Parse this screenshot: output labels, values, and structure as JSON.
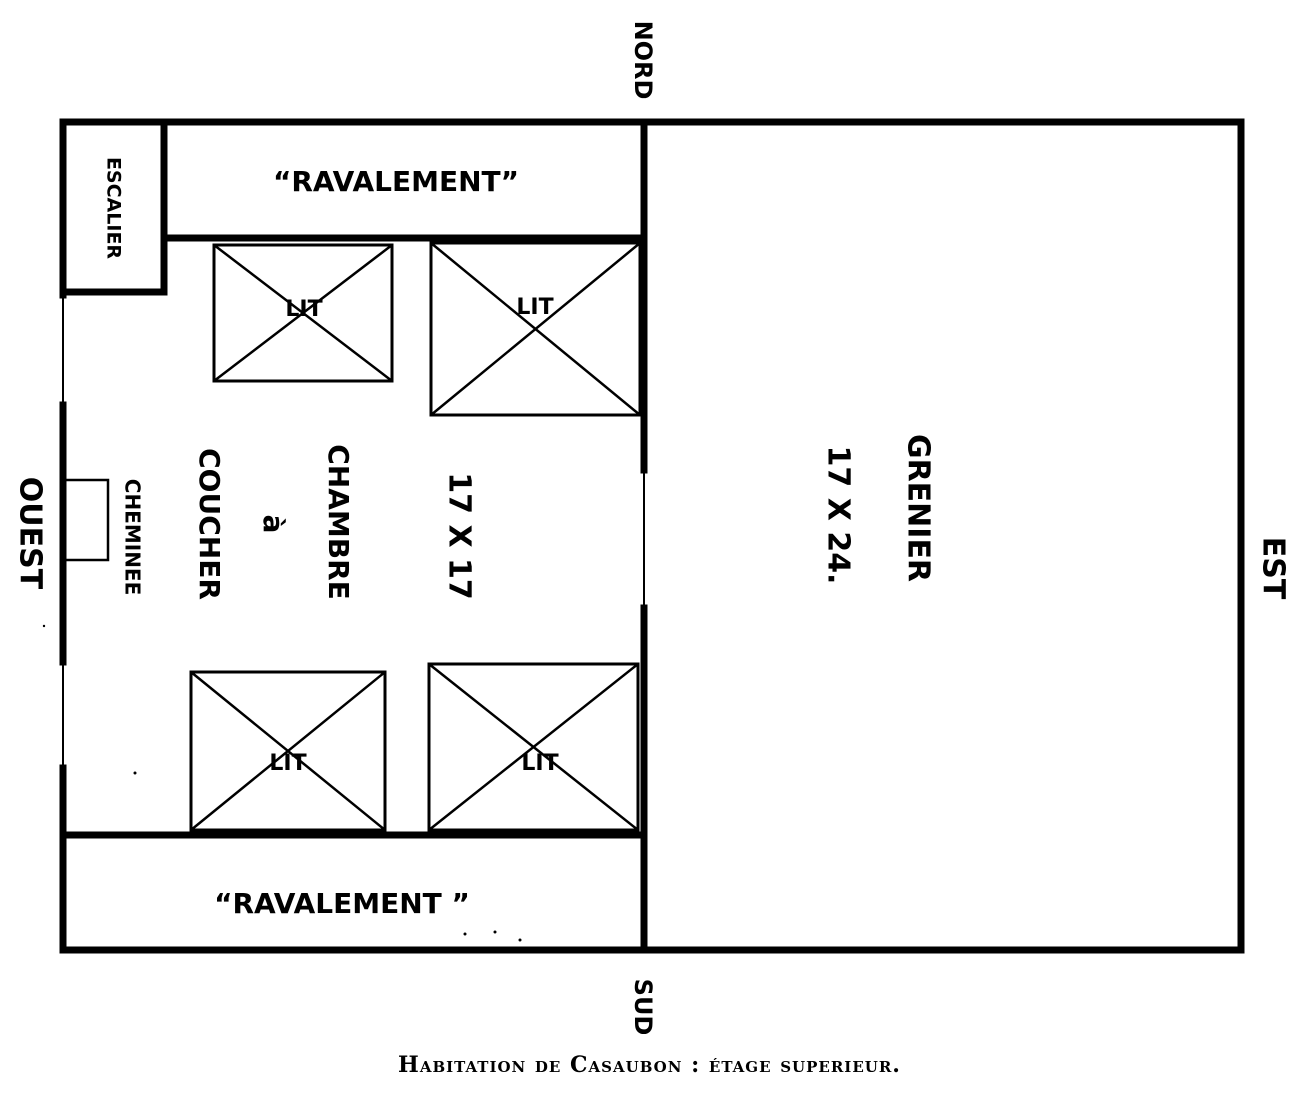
{
  "compass": {
    "north": "NORD",
    "south": "SUD",
    "east": "EST",
    "west": "OUEST"
  },
  "rooms": {
    "stairs": "ESCALIER",
    "ravalement_top": "“RAVALEMENT”",
    "ravalement_bottom": "“RAVALEMENT ”",
    "bedroom_line1": "CHAMBRE",
    "bedroom_line2": "à",
    "bedroom_line3": "COUCHER",
    "bedroom_dims": "17 X 17",
    "fireplace": "CHEMINEE",
    "attic": "GRENIER",
    "attic_dims": "17 X 24."
  },
  "beds": [
    "LIT",
    "LIT",
    "LIT",
    "LIT"
  ],
  "caption": "Habitation de Casaubon : étage superieur."
}
